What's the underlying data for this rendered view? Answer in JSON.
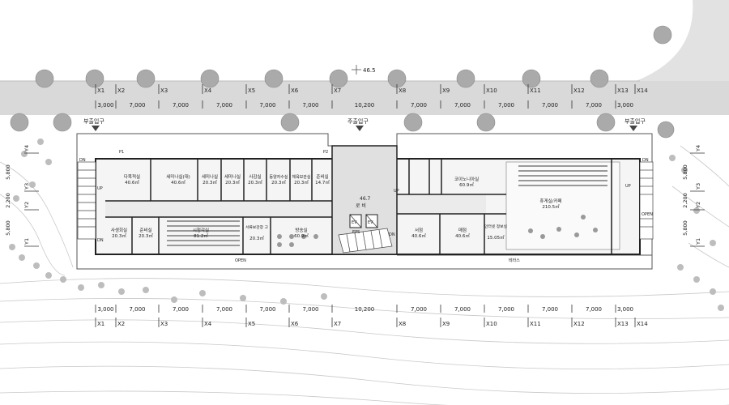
{
  "north_elevation": "46.5",
  "grid": {
    "columns": [
      "X1",
      "X2",
      "X3",
      "X4",
      "X5",
      "X6",
      "X7",
      "X8",
      "X9",
      "X10",
      "X11",
      "X12",
      "X13",
      "X14"
    ],
    "column_spacings": [
      "3,000",
      "7,000",
      "7,000",
      "7,000",
      "7,000",
      "7,000",
      "10,200",
      "7,000",
      "7,000",
      "7,000",
      "7,000",
      "7,000",
      "3,000"
    ],
    "rows": [
      "Y1",
      "Y2",
      "Y3",
      "Y4"
    ],
    "row_spacings": [
      "5,800",
      "2,200",
      "5,800"
    ]
  },
  "entrances": {
    "sub_left": "부출입구",
    "main": "주출입구",
    "sub_right": "부출입구"
  },
  "markers": {
    "p1": "P1",
    "p2": "P2",
    "dn": "DN",
    "up": "UP",
    "open": "OPEN",
    "terrace": "테라스",
    "ev": "EV",
    "eps": "EPS"
  },
  "lobby": {
    "elevation": "46.7",
    "name": "로 비"
  },
  "rooms": [
    {
      "name": "다목적실",
      "area": "40.6㎡"
    },
    {
      "name": "세미나실(대)",
      "area": "40.6㎡"
    },
    {
      "name": "세미나실",
      "area": "20.3㎡"
    },
    {
      "name": "세미나실",
      "area": "20.3㎡"
    },
    {
      "name": "사감실",
      "area": "20.3㎡"
    },
    {
      "name": "동양자수실",
      "area": "20.3㎡"
    },
    {
      "name": "체육보관실",
      "area": "20.3㎡"
    },
    {
      "name": "준비실",
      "area": "14.7㎡"
    },
    {
      "name": "사생회실",
      "area": "20.3㎡"
    },
    {
      "name": "준비실",
      "area": "20.3㎡"
    },
    {
      "name": "시청각실",
      "area": "81.2㎡"
    },
    {
      "name": "서류보관창 고",
      "area": "20.3㎡"
    },
    {
      "name": "방송실",
      "area": "60.9㎡"
    },
    {
      "name": "코이노니아실",
      "area": "60.9㎡"
    },
    {
      "name": "서점",
      "area": "40.6㎡"
    },
    {
      "name": "매점",
      "area": "40.6㎡"
    },
    {
      "name": "인터넷 정보실",
      "area": "15.05㎡"
    },
    {
      "name": "휴게실/카페",
      "area": "210.5㎡"
    }
  ]
}
